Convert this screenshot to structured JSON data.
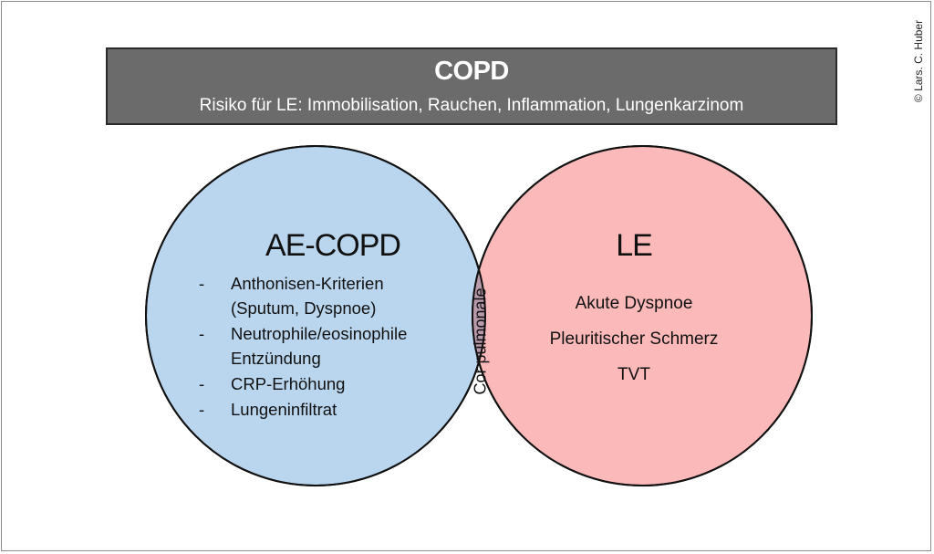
{
  "banner": {
    "title": "COPD",
    "subtitle": "Risiko für LE: Immobilisation, Rauchen, Inflammation, Lungenkarzinom",
    "background": "#6b6b6b"
  },
  "left_set": {
    "title": "AE-COPD",
    "fill": "#bad6ee",
    "items": [
      {
        "dash": "-",
        "lines": [
          "Anthonisen-Kriterien",
          "(Sputum, Dyspnoe)"
        ]
      },
      {
        "dash": "-",
        "lines": [
          "Neutrophile/eosinophile",
          "Entzündung"
        ]
      },
      {
        "dash": "-",
        "lines": [
          "CRP-Erhöhung"
        ]
      },
      {
        "dash": "-",
        "lines": [
          "Lungeninfiltrat"
        ]
      }
    ]
  },
  "right_set": {
    "title": "LE",
    "fill": "#fbb9ba",
    "items": [
      "Akute Dyspnoe",
      "Pleuritischer Schmerz",
      "TVT"
    ]
  },
  "overlap": {
    "label": "Cor pulmonale",
    "fill": "#b99aac"
  },
  "copyright": "© Lars. C. Huber"
}
